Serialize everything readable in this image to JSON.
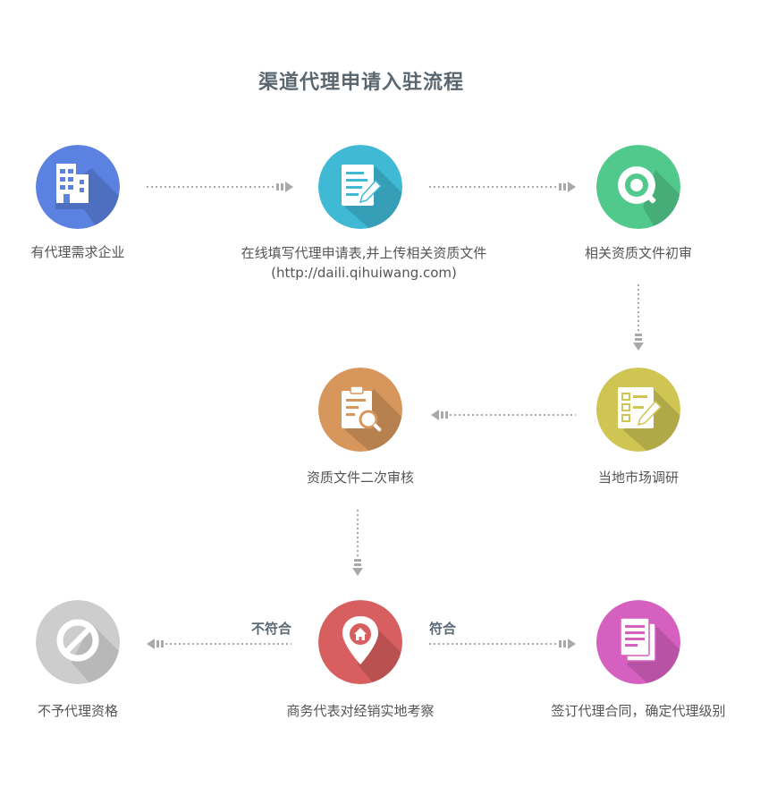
{
  "title": "渠道代理申请入驻流程",
  "steps": [
    {
      "label": "有代理需求企业",
      "icon": "building-icon",
      "color": "#5b82e0"
    },
    {
      "label": "在线填写代理申请表,并上传相关资质文件",
      "sublabel": "(http://daili.qihuiwang.com)",
      "icon": "form-edit-icon",
      "color": "#3fb9d4"
    },
    {
      "label": "相关资质文件初审",
      "icon": "search-icon",
      "color": "#52c98c"
    },
    {
      "label": "当地市场调研",
      "icon": "checklist-pen-icon",
      "color": "#cfc553"
    },
    {
      "label": "资质文件二次审核",
      "icon": "clipboard-search-icon",
      "color": "#d6965c"
    },
    {
      "label": "商务代表对经销实地考察",
      "icon": "location-home-icon",
      "color": "#d85f5f"
    },
    {
      "label": "不予代理资格",
      "icon": "prohibited-icon",
      "color": "#cdcdcd"
    },
    {
      "label": "签订代理合同，确定代理级别",
      "icon": "documents-icon",
      "color": "#d660bf"
    }
  ],
  "decisions": {
    "reject": "不符合",
    "accept": "符合"
  }
}
